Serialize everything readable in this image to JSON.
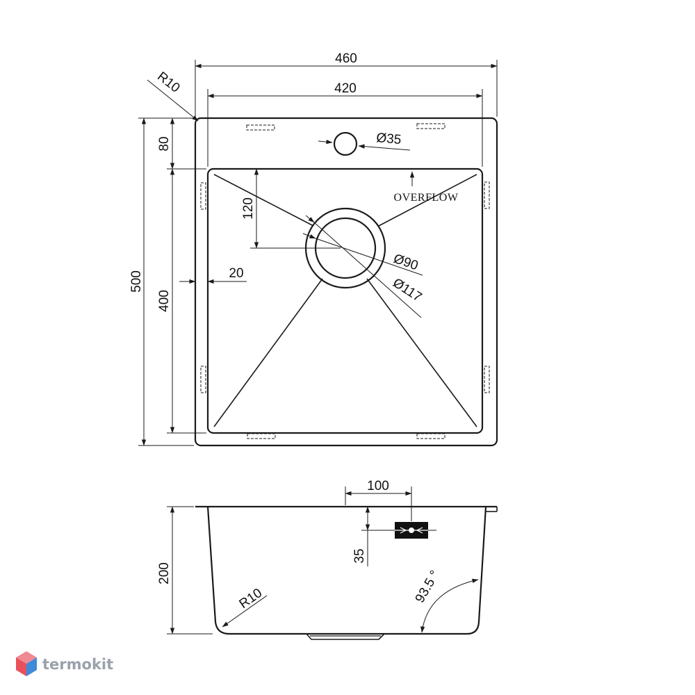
{
  "top_view": {
    "width_outer": "460",
    "width_inner": "420",
    "corner_radius": "R10",
    "height_total": "500",
    "height_inner": "400",
    "offset_top": "80",
    "offset_side": "20",
    "drain_offset": "120",
    "tap_hole": "Ø35",
    "overflow_label": "OVERFLOW",
    "drain_inner": "Ø90",
    "drain_outer": "Ø117"
  },
  "side_view": {
    "drain_offset": "100",
    "overflow_depth": "35",
    "depth": "200",
    "bottom_radius": "R10",
    "wall_angle": "93.5 °"
  },
  "watermark": {
    "brand": "termokit",
    "colors": {
      "red": "#e8505b",
      "blue": "#3d8bd9",
      "text": "#9aa1ab"
    }
  }
}
